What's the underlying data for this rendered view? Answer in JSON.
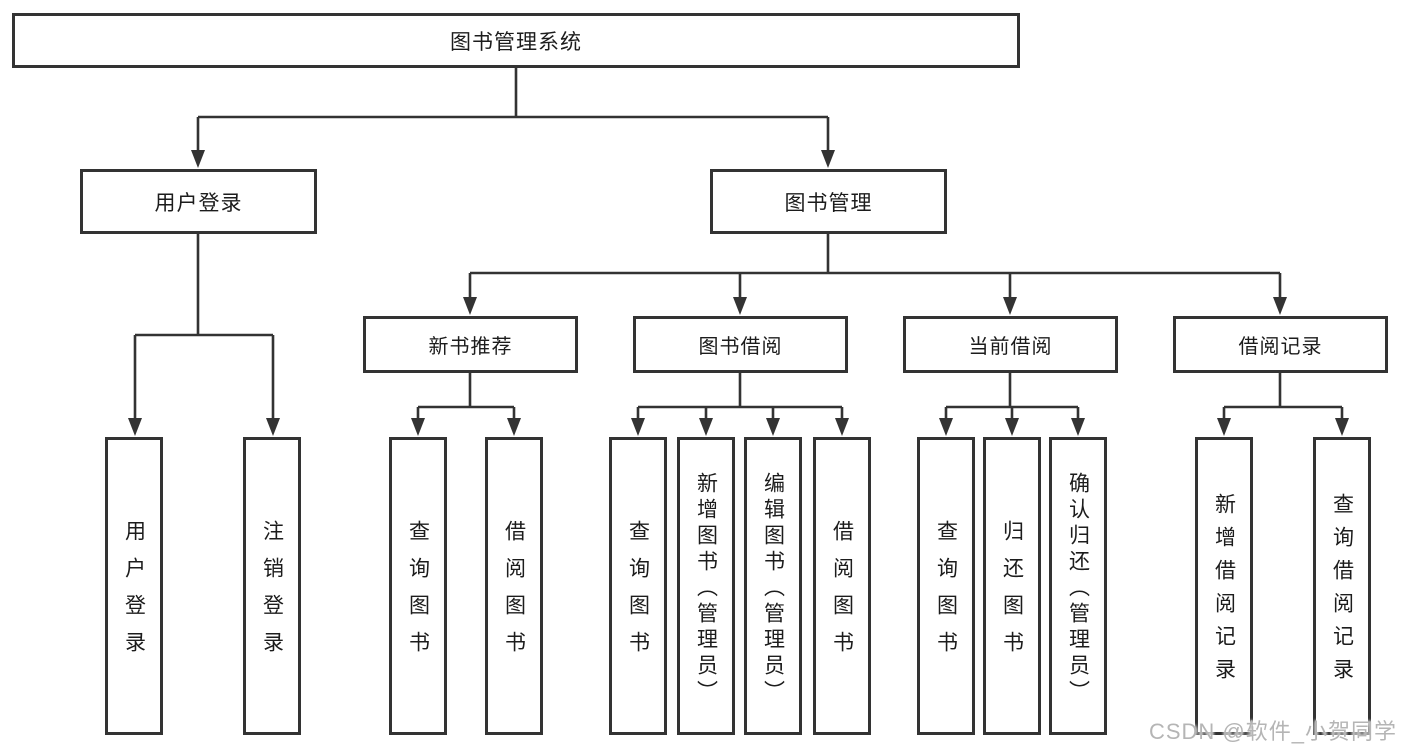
{
  "tree": {
    "label": "图书管理系统",
    "children": [
      {
        "label": "用户登录",
        "children": [
          {
            "label": "用户登录"
          },
          {
            "label": "注销登录"
          }
        ]
      },
      {
        "label": "图书管理",
        "children": [
          {
            "label": "新书推荐",
            "children": [
              {
                "label": "查询图书"
              },
              {
                "label": "借阅图书"
              }
            ]
          },
          {
            "label": "图书借阅",
            "children": [
              {
                "label": "查询图书"
              },
              {
                "label": "新增图书（管理员）"
              },
              {
                "label": "编辑图书（管理员）"
              },
              {
                "label": "借阅图书"
              }
            ]
          },
          {
            "label": "当前借阅",
            "children": [
              {
                "label": "查询图书"
              },
              {
                "label": "归还图书"
              },
              {
                "label": "确认归还（管理员）"
              }
            ]
          },
          {
            "label": "借阅记录",
            "children": [
              {
                "label": "新增借阅记录"
              },
              {
                "label": "查询借阅记录"
              }
            ]
          }
        ]
      }
    ]
  },
  "watermark": "CSDN @软件_小贺同学",
  "colors": {
    "line": "#333333",
    "text": "#1c1c1c",
    "watermark": "#b5b5b5",
    "background": "#ffffff"
  }
}
